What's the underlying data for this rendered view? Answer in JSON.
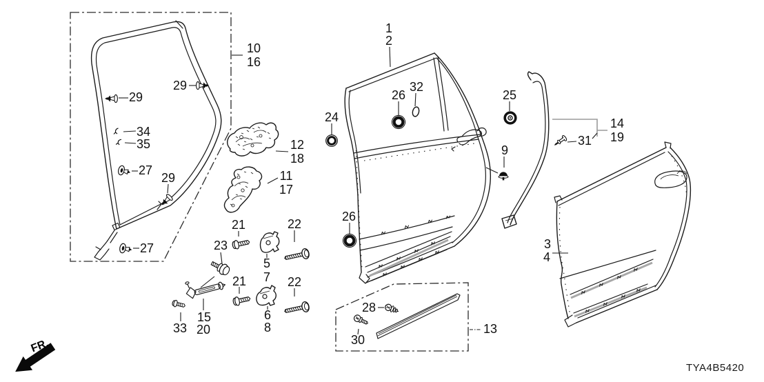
{
  "diagram": {
    "part_code": "TYA4B5420",
    "front_marker": "FR.",
    "callouts": [
      {
        "ref": "door-panel",
        "text": "1"
      },
      {
        "ref": "door-panel-comp",
        "text": "2"
      },
      {
        "ref": "weatherstrip-a",
        "text": "10"
      },
      {
        "ref": "weatherstrip-b",
        "text": "16"
      },
      {
        "ref": "clip-29-front",
        "text": "29"
      },
      {
        "ref": "clip-29-rear",
        "text": "29"
      },
      {
        "ref": "clip-34",
        "text": "34"
      },
      {
        "ref": "clip-35",
        "text": "35"
      },
      {
        "ref": "clip-27-upper",
        "text": "27"
      },
      {
        "ref": "clip-29-bottom",
        "text": "29"
      },
      {
        "ref": "clip-27-lower",
        "text": "27"
      },
      {
        "ref": "gusset-upper-a",
        "text": "12"
      },
      {
        "ref": "gusset-upper-b",
        "text": "18"
      },
      {
        "ref": "gusset-lower-a",
        "text": "11"
      },
      {
        "ref": "gusset-lower-b",
        "text": "17"
      },
      {
        "ref": "bolt-21-upper",
        "text": "21"
      },
      {
        "ref": "bolt-22-upper",
        "text": "22"
      },
      {
        "ref": "bolt-23",
        "text": "23"
      },
      {
        "ref": "hinge-upper-a",
        "text": "5"
      },
      {
        "ref": "hinge-upper-b",
        "text": "7"
      },
      {
        "ref": "bolt-21-lower",
        "text": "21"
      },
      {
        "ref": "bolt-22-lower",
        "text": "22"
      },
      {
        "ref": "hinge-lower-a",
        "text": "6"
      },
      {
        "ref": "hinge-lower-b",
        "text": "8"
      },
      {
        "ref": "checker-a",
        "text": "15"
      },
      {
        "ref": "checker-b",
        "text": "20"
      },
      {
        "ref": "screw-33",
        "text": "33"
      },
      {
        "ref": "grommet-24",
        "text": "24"
      },
      {
        "ref": "grommet-26-upper",
        "text": "26"
      },
      {
        "ref": "hole-32",
        "text": "32"
      },
      {
        "ref": "grommet-26-lower",
        "text": "26"
      },
      {
        "ref": "nut-25",
        "text": "25"
      },
      {
        "ref": "clip-9",
        "text": "9"
      },
      {
        "ref": "clip-31",
        "text": "31"
      },
      {
        "ref": "seal-rear-a",
        "text": "14"
      },
      {
        "ref": "seal-rear-b",
        "text": "19"
      },
      {
        "ref": "outer-panel-a",
        "text": "3"
      },
      {
        "ref": "outer-panel-b",
        "text": "4"
      },
      {
        "ref": "clip-28",
        "text": "28"
      },
      {
        "ref": "screw-30",
        "text": "30"
      },
      {
        "ref": "molding",
        "text": "13"
      }
    ]
  }
}
